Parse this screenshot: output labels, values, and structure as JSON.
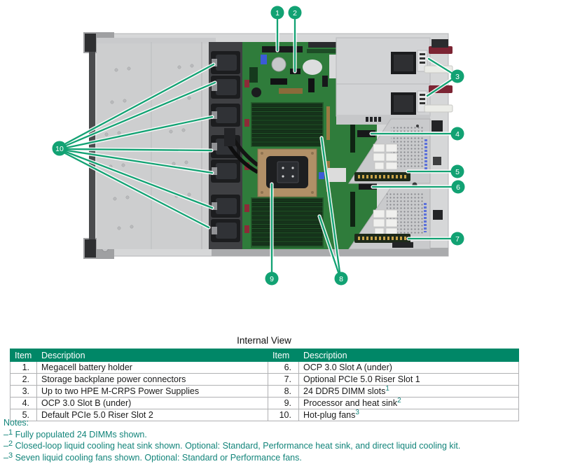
{
  "figure": {
    "callouts": [
      "1",
      "2",
      "3",
      "4",
      "5",
      "6",
      "7",
      "8",
      "9",
      "10"
    ]
  },
  "caption": "Internal View",
  "table": {
    "headers": [
      "Item",
      "Description",
      "Item",
      "Description"
    ],
    "rows": [
      {
        "item_l": "1.",
        "desc_l": "Megacell battery holder",
        "sup_l": "",
        "item_r": "6.",
        "desc_r": "OCP 3.0 Slot A (under)",
        "sup_r": ""
      },
      {
        "item_l": "2.",
        "desc_l": "Storage backplane power connectors",
        "sup_l": "",
        "item_r": "7.",
        "desc_r": "Optional PCIe 5.0 Riser Slot 1",
        "sup_r": ""
      },
      {
        "item_l": "3.",
        "desc_l": "Up to two HPE M-CRPS Power Supplies",
        "sup_l": "",
        "item_r": "8.",
        "desc_r": "24 DDR5 DIMM slots",
        "sup_r": "1"
      },
      {
        "item_l": "4.",
        "desc_l": "OCP 3.0 Slot B (under)",
        "sup_l": "",
        "item_r": "9.",
        "desc_r": "Processor and heat sink",
        "sup_r": "2"
      },
      {
        "item_l": "5.",
        "desc_l": "Default PCIe 5.0 Riser Slot 2",
        "sup_l": "",
        "item_r": "10.",
        "desc_r": "Hot-plug fans",
        "sup_r": "3"
      }
    ]
  },
  "notes": {
    "label": "Notes:",
    "items": [
      {
        "prefix": "–",
        "sup": "1",
        "text": "Fully populated 24 DIMMs shown."
      },
      {
        "prefix": "–",
        "sup": "2",
        "text": "Closed-loop liquid cooling heat sink shown. Optional: Standard, Performance heat sink, and direct liquid cooling kit."
      },
      {
        "prefix": "–",
        "sup": "3",
        "text": "Seven liquid cooling fans shown. Optional: Standard or Performance fans."
      }
    ]
  },
  "colors": {
    "callout_green": "#12a273",
    "table_header_green": "#008767",
    "notes_teal": "#12847a"
  }
}
